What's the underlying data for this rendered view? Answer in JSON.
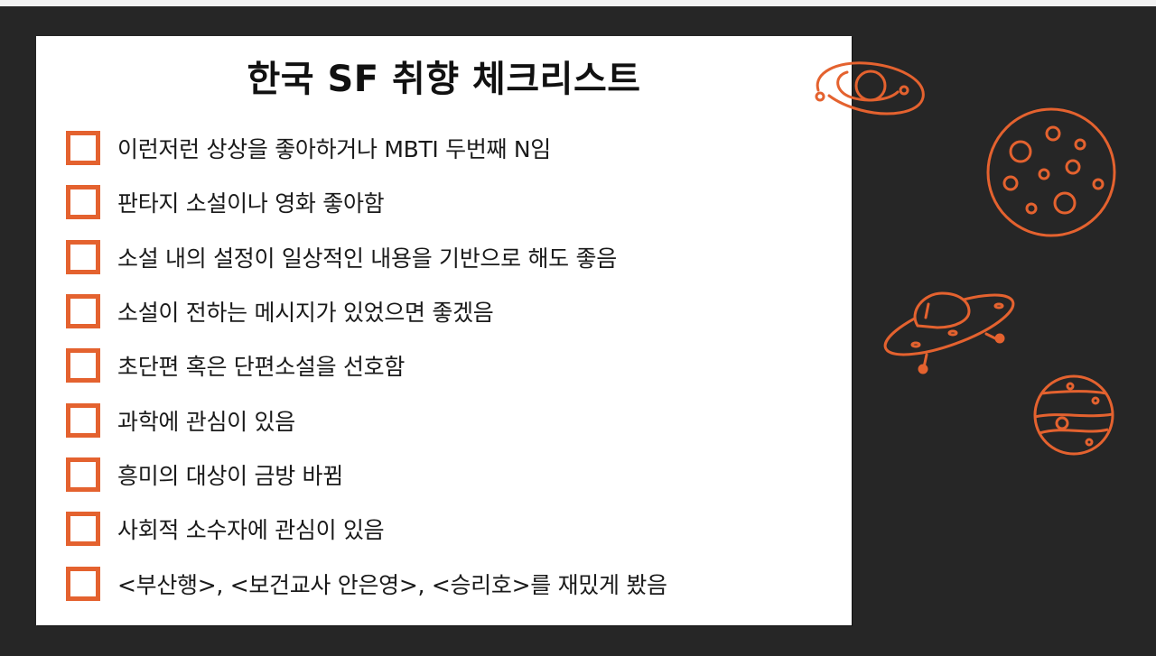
{
  "slide": {
    "title": "한국 SF 취향 체크리스트",
    "accent_color": "#e4622f",
    "background_color": "#262626",
    "card_color": "#ffffff",
    "checklist": [
      {
        "label": "이런저런 상상을 좋아하거나 MBTI 두번째 N임",
        "checked": false
      },
      {
        "label": "판타지 소설이나 영화 좋아함",
        "checked": false
      },
      {
        "label": "소설 내의 설정이 일상적인 내용을 기반으로 해도 좋음",
        "checked": false
      },
      {
        "label": "소설이 전하는 메시지가 있었으면 좋겠음",
        "checked": false
      },
      {
        "label": "초단편 혹은 단편소설을 선호함",
        "checked": false
      },
      {
        "label": "과학에 관심이 있음",
        "checked": false
      },
      {
        "label": "흥미의 대상이 금방 바뀜",
        "checked": false
      },
      {
        "label": "사회적 소수자에 관심이 있음",
        "checked": false
      },
      {
        "label": "<부산행>, <보건교사 안은영>, <승리호>를 재밌게 봤음",
        "checked": false
      }
    ],
    "decorations": [
      "galaxy-icon",
      "cratered-planet-icon",
      "ufo-icon",
      "striped-planet-icon"
    ]
  }
}
